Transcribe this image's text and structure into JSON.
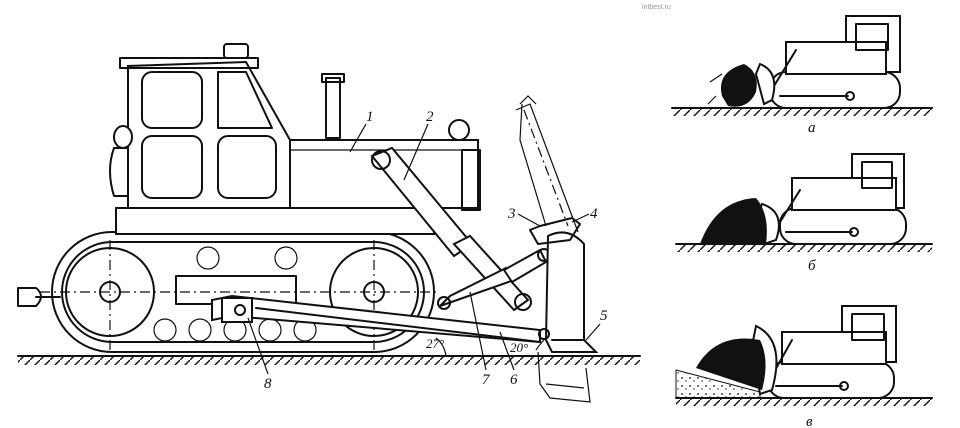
{
  "watermark": "intbest.ru",
  "main_figure": {
    "labels": {
      "l1": "1",
      "l2": "2",
      "l3": "3",
      "l4": "4",
      "l5": "5",
      "l6": "6",
      "l7": "7",
      "l8": "8"
    },
    "angles": {
      "ground_angle": "27°",
      "blade_angle": "20°"
    }
  },
  "side_panels": [
    {
      "caption": "а"
    },
    {
      "caption": "б"
    },
    {
      "caption": "в"
    }
  ]
}
